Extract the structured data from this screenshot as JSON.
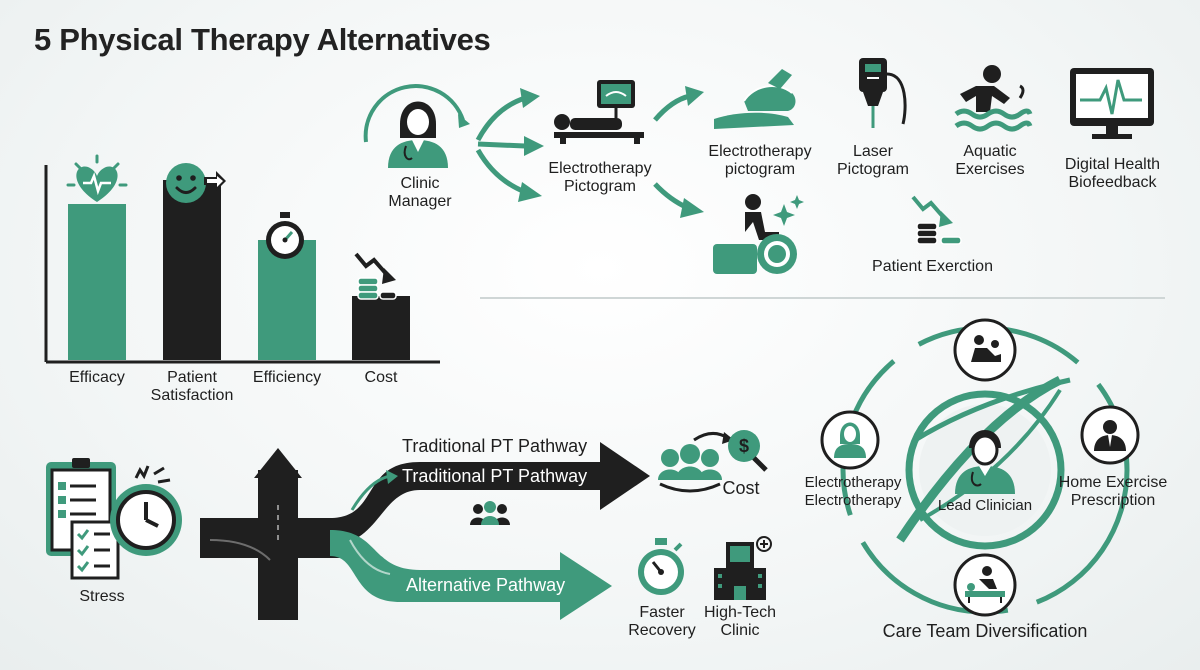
{
  "title": "5 Physical Therapy Alternatives",
  "colors": {
    "green": "#3f9a7c",
    "dark": "#1f1f1f",
    "grey": "#cfd6d6"
  },
  "chart_data": {
    "type": "bar",
    "categories": [
      "Efficacy",
      "Patient Satisfaction",
      "Efficiency",
      "Cost"
    ],
    "values": [
      7.8,
      9.0,
      6.0,
      3.2
    ],
    "ylim": [
      0,
      10
    ],
    "title": "",
    "xlabel": "",
    "ylabel": "",
    "icons": [
      "heart-pulse-icon",
      "smile-arrow-icon",
      "stopwatch-icon",
      "coins-down-icon"
    ],
    "bar_colors": [
      "#3f9a7c",
      "#1f1f1f",
      "#3f9a7c",
      "#1f1f1f"
    ]
  },
  "flow": {
    "manager_label": "Clinic\nManager",
    "electrotherapy_label": "Electrotherapy\nPictogram",
    "items": [
      {
        "label": "Electrotherapy\npictogram",
        "icon": "hand-massage-icon"
      },
      {
        "label": "Laser\nPictogram",
        "icon": "laser-device-icon"
      },
      {
        "label": "Aquatic\nExercises",
        "icon": "swimmer-icon"
      },
      {
        "label": "Digital Health\nBiofeedback",
        "icon": "monitor-pulse-icon"
      }
    ],
    "exertion_label": "Patient Exerction"
  },
  "pathways": {
    "stress_label": "Stress",
    "traditional_top": "Traditional PT Pathway",
    "traditional_inner": "Traditional PT Pathway",
    "alternative": "Alternative Pathway",
    "cost_label": "Cost",
    "faster_label": "Faster\nRecovery",
    "hightech_label": "High-Tech\nClinic"
  },
  "care_team": {
    "center": "Lead Clinician",
    "left": "Electrotherapy\nElectrotherapy",
    "right": "Home Exercise\nPrescription",
    "footer": "Care Team Diversification"
  }
}
